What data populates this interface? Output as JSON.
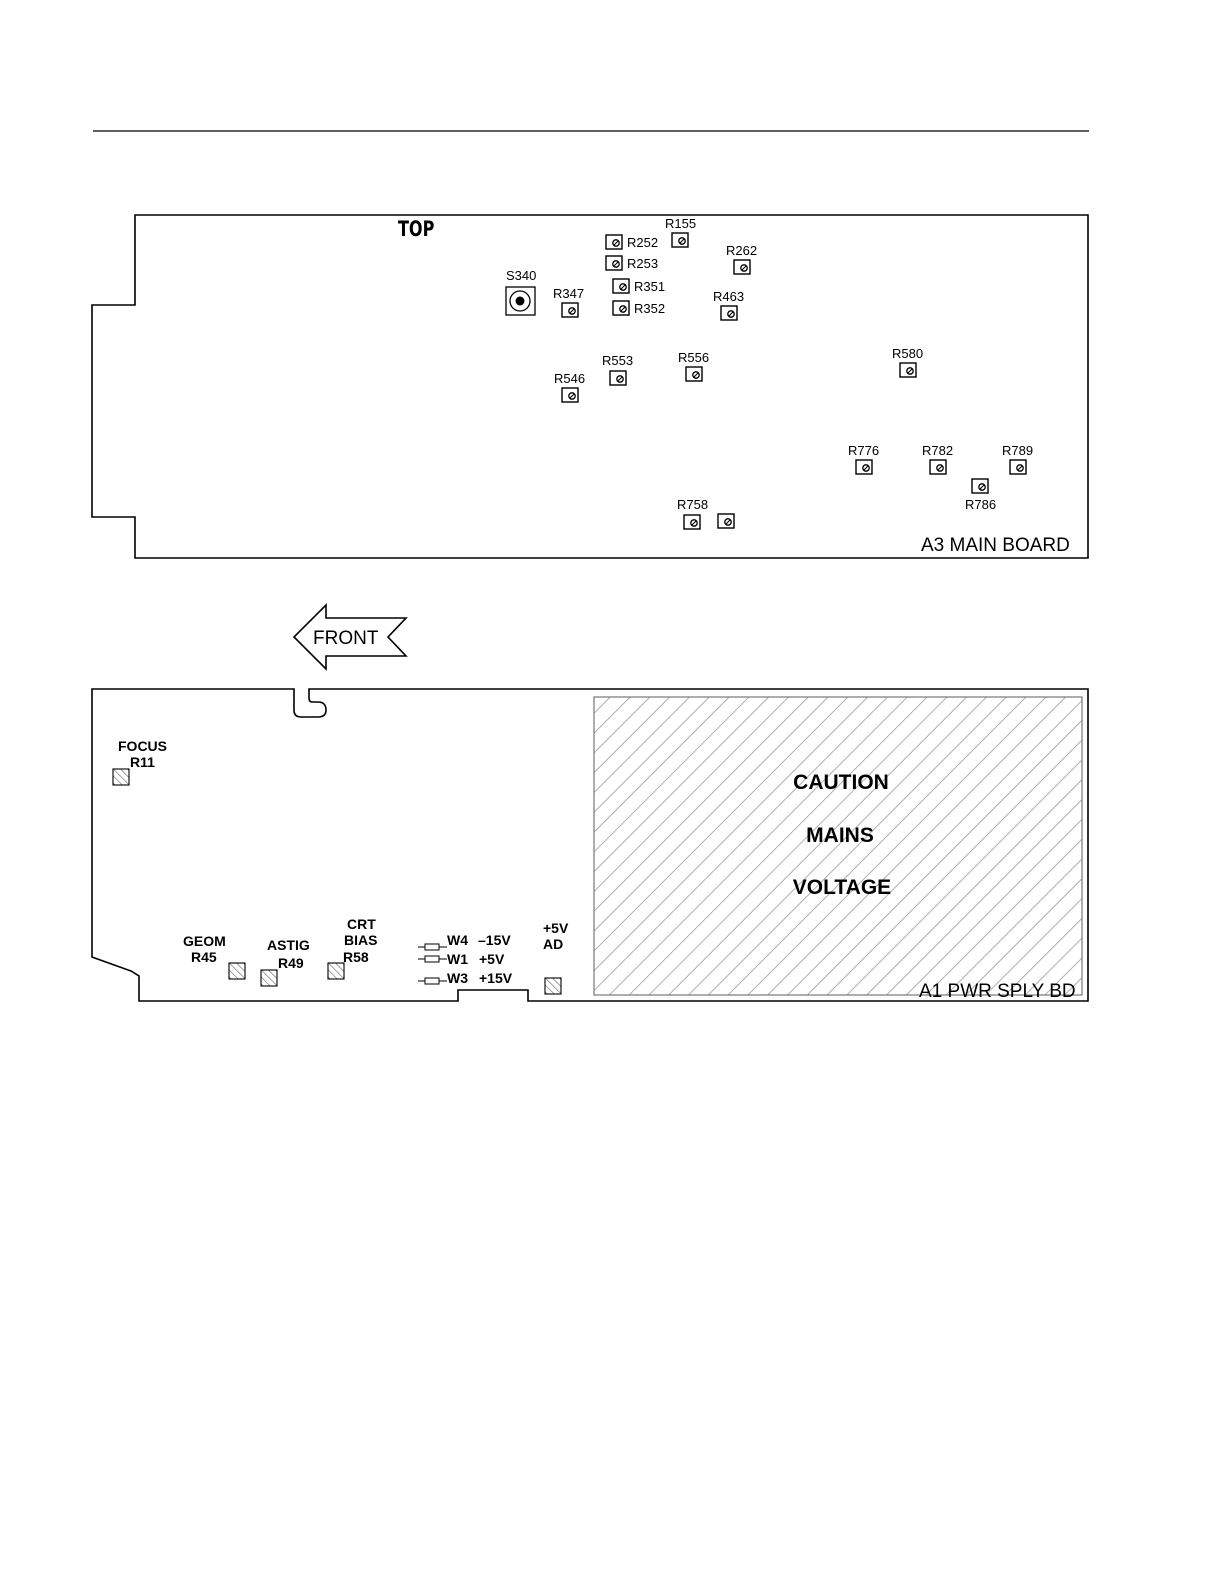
{
  "main_board": {
    "label": "A3 MAIN BOARD",
    "top_label": "TOP",
    "switch": {
      "label": "S340"
    },
    "adjustments": [
      {
        "id": "r155",
        "label": "R155"
      },
      {
        "id": "r252",
        "label": "R252"
      },
      {
        "id": "r253",
        "label": "R253"
      },
      {
        "id": "r262",
        "label": "R262"
      },
      {
        "id": "r347",
        "label": "R347"
      },
      {
        "id": "r351",
        "label": "R351"
      },
      {
        "id": "r352",
        "label": "R352"
      },
      {
        "id": "r463",
        "label": "R463"
      },
      {
        "id": "r553",
        "label": "R553"
      },
      {
        "id": "r556",
        "label": "R556"
      },
      {
        "id": "r546",
        "label": "R546"
      },
      {
        "id": "r580",
        "label": "R580"
      },
      {
        "id": "r776",
        "label": "R776"
      },
      {
        "id": "r782",
        "label": "R782"
      },
      {
        "id": "r789",
        "label": "R789"
      },
      {
        "id": "r786",
        "label": "R786"
      },
      {
        "id": "r758",
        "label": "R758"
      }
    ]
  },
  "front_arrow": {
    "label": "FRONT"
  },
  "power_supply_board": {
    "label": "A1 PWR SPLY BD",
    "caution_lines": [
      "CAUTION",
      "MAINS",
      "VOLTAGE"
    ],
    "focus": {
      "name": "FOCUS",
      "ref": "R11"
    },
    "geom": {
      "name": "GEOM",
      "ref": "R45"
    },
    "astig": {
      "name": "ASTIG",
      "ref": "R49"
    },
    "crt_bias": {
      "name1": "CRT",
      "name2": "BIAS",
      "ref": "R58"
    },
    "ad_5v": {
      "name1": "+5V",
      "name2": "AD"
    },
    "jumpers": [
      {
        "id": "W4",
        "voltage": "–15V"
      },
      {
        "id": "W1",
        "voltage": "+5V"
      },
      {
        "id": "W3",
        "voltage": "+15V"
      }
    ]
  }
}
